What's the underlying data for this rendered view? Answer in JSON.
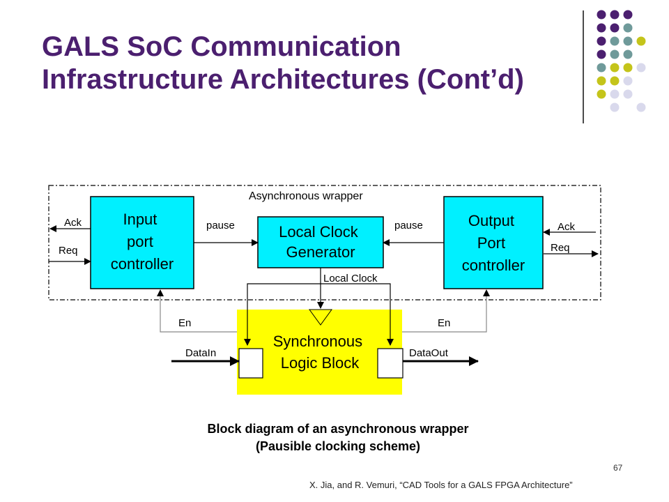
{
  "slide": {
    "title_line1": "GALS SoC Communication",
    "title_line2": "Infrastructure Architectures (Cont’d)",
    "caption_line1": "Block diagram of an asynchronous wrapper",
    "caption_line2": "(Pausible clocking scheme)",
    "page_number": "67",
    "citation": "X. Jia, and R. Vemuri, “CAD Tools for a GALS FPGA Architecture”"
  },
  "decoration": {
    "colors": {
      "purple": "#4b1f6f",
      "teal": "#6f9a9a",
      "olive": "#c4c41a",
      "lavender": "#d9d9ec"
    },
    "dot_grid": [
      [
        "purple",
        "purple",
        "purple",
        null
      ],
      [
        "purple",
        "purple",
        "teal",
        null
      ],
      [
        "purple",
        "teal",
        "teal",
        "olive"
      ],
      [
        "purple",
        "teal",
        "teal",
        null
      ],
      [
        "teal",
        "olive",
        "olive",
        "lavender"
      ],
      [
        "olive",
        "olive",
        "lavender",
        null
      ],
      [
        "olive",
        "lavender",
        "lavender",
        null
      ],
      [
        null,
        "lavender",
        null,
        "lavender"
      ]
    ]
  },
  "diagram": {
    "wrapper_label": "Asynchronous wrapper",
    "input_controller": [
      "Input",
      "port",
      "controller"
    ],
    "clock_generator": [
      "Local Clock",
      "Generator"
    ],
    "output_controller": [
      "Output",
      "Port",
      "controller"
    ],
    "sync_block": [
      "Synchronous",
      "Logic Block"
    ],
    "labels": {
      "ack_left": "Ack",
      "req_left": "Req",
      "pause_left": "pause",
      "pause_right": "pause",
      "ack_right": "Ack",
      "req_right": "Req",
      "local_clock": "Local Clock",
      "en_left": "En",
      "en_right": "En",
      "data_in": "DataIn",
      "data_out": "DataOut"
    },
    "colors": {
      "controller": "#00f0ff",
      "sync": "#ffff00",
      "register": "#ffffff",
      "line": "#000000",
      "gray_line": "#888888"
    }
  }
}
